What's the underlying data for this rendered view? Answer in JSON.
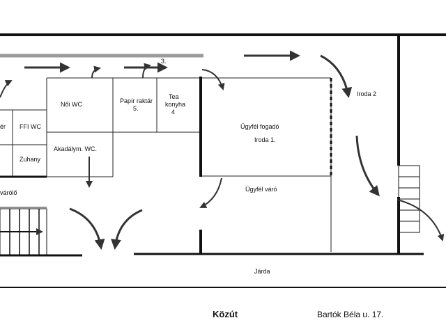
{
  "rooms": {
    "noi_wc": "Női WC",
    "papir_raktar": "Papír raktár",
    "papir_raktar_num": "5.",
    "tea_konyha": "Tea",
    "tea_konyha_2": "konyha",
    "tea_konyha_num": "4",
    "ffi_wc": "FFI WC",
    "ffi_wc_prefix": "ér",
    "akadalym_wc": "Akadálym. WC.",
    "zuhany": "Zuhany",
    "varolo_left": "várólő",
    "ugyfel_fogado": "Ügyfél fogadó",
    "iroda1": "Iroda 1.",
    "ugyfel_varo": "Ügyfél váró",
    "iroda2": "Iroda 2",
    "num3": "3."
  },
  "outside": {
    "jarda": "Járda",
    "kozut": "Közút",
    "address": "Bartók Béla u. 17."
  },
  "colors": {
    "wall": "#111111",
    "grey_bar": "#9a9a9a",
    "arrow": "#333333"
  }
}
